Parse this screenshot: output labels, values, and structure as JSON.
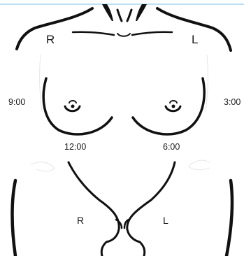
{
  "upper_view": {
    "side_right_label": "R",
    "side_left_label": "L",
    "clock_labels": {
      "nine": "9:00",
      "three": "3:00",
      "twelve": "12:00",
      "six": "6:00"
    }
  },
  "lower_view": {
    "side_right_label": "R",
    "side_left_label": "L"
  },
  "colors": {
    "line": "#111111",
    "top_border": "#a9d6f0",
    "text": "#1a1a1a",
    "faint_outline": "#e6e6e6"
  }
}
